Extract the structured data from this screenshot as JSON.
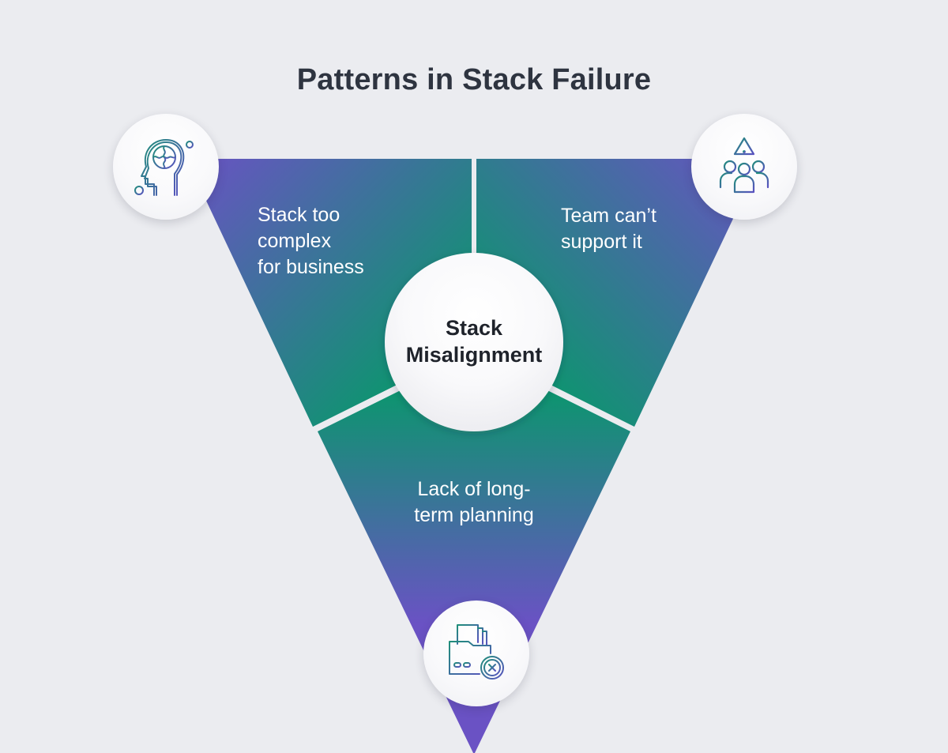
{
  "title": "Patterns in Stack Failure",
  "center": {
    "line1": "Stack",
    "line2": "Misalignment"
  },
  "segments": [
    {
      "id": "complexity",
      "lines": [
        "Stack too",
        "complex",
        "for business"
      ],
      "icon": "head-puzzle-icon"
    },
    {
      "id": "team",
      "lines": [
        "Team can’t",
        "support it"
      ],
      "icon": "team-warning-icon"
    },
    {
      "id": "planning",
      "lines": [
        "Lack of long-",
        "term planning"
      ],
      "icon": "folder-rejected-icon"
    }
  ],
  "colors": {
    "background": "#ebecf0",
    "gradient_purple": "#6a52c4",
    "gradient_green": "#0e9470",
    "title": "#2e3440",
    "icon_teal": "#1f8f7a",
    "icon_purple": "#5a52c0"
  }
}
